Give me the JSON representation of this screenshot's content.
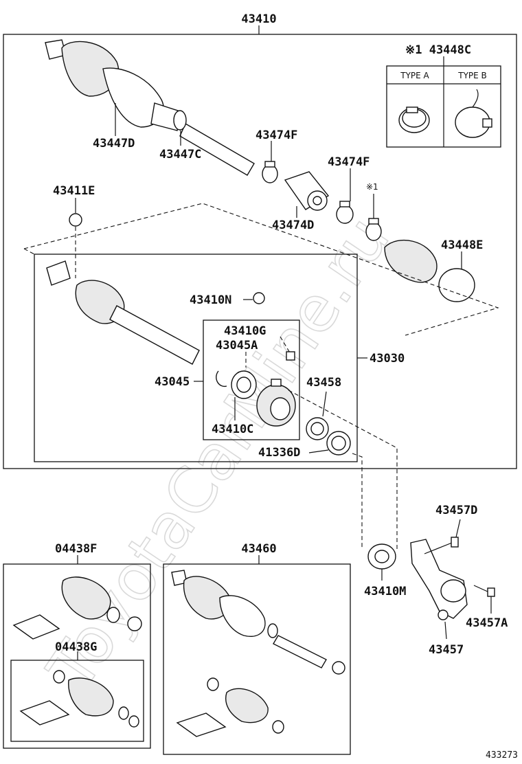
{
  "labels": {
    "p43410": "43410",
    "p43448C": "※1 43448C",
    "typeA": "TYPE A",
    "typeB": "TYPE B",
    "p43447D": "43447D",
    "p43447C": "43447C",
    "p43474F_a": "43474F",
    "p43474F_b": "43474F",
    "note1": "※1",
    "p43411E": "43411E",
    "p43474D": "43474D",
    "p43448E": "43448E",
    "p43410N": "43410N",
    "p43410G": "43410G",
    "p43045A": "43045A",
    "p43030": "43030",
    "p43045": "43045",
    "p43458": "43458",
    "p43410C": "43410C",
    "p41336D": "41336D",
    "p43457D": "43457D",
    "p04438F": "04438F",
    "p43460": "43460",
    "p43410M": "43410M",
    "p43457A": "43457A",
    "p04438G": "04438G",
    "p43457": "43457",
    "footer_code": "433273"
  },
  "watermark": "ToyotaCarMine.ru"
}
